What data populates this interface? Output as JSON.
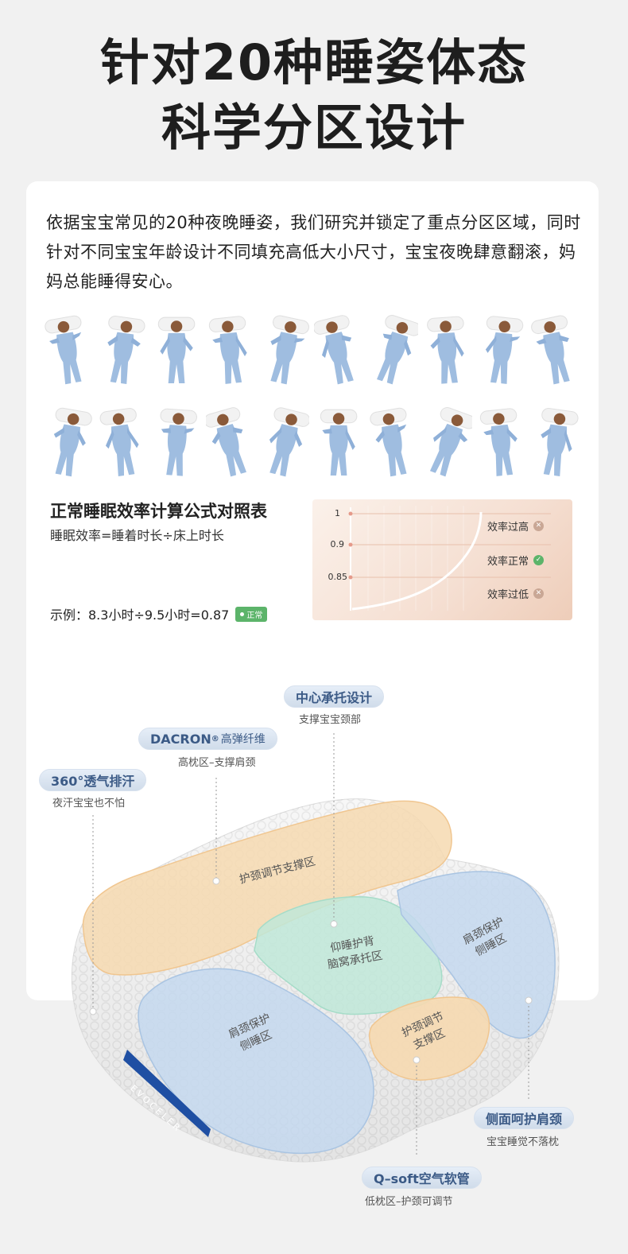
{
  "hero": {
    "line1": "针对20种睡姿体态",
    "line2": "科学分区设计"
  },
  "intro": "依据宝宝常见的20种夜晚睡姿，我们研究并锁定了重点分区区域，同时针对不同宝宝年龄设计不同填充高低大小尺寸，宝宝夜晚肆意翻滚，妈妈总能睡得安心。",
  "efficiency": {
    "title": "正常睡眠效率计算公式对照表",
    "formula": "睡眠效率=睡着时长÷床上时长",
    "example": "示例：8.3小时÷9.5小时=0.87",
    "badge": "正常",
    "ticks": [
      "1",
      "0.9",
      "0.85"
    ],
    "zones": [
      {
        "label": "效率过高",
        "status": "x"
      },
      {
        "label": "效率正常",
        "status": "ok"
      },
      {
        "label": "效率过低",
        "status": "x"
      }
    ]
  },
  "features": {
    "center": {
      "title": "中心承托设计",
      "sub": "支撑宝宝颈部"
    },
    "dacron": {
      "title": "DACRON",
      "reg": "®",
      "title_rest": "高弹纤维",
      "sub": "高枕区–支撑肩颈"
    },
    "breath": {
      "title": "360°透气排汗",
      "sub": "夜汗宝宝也不怕"
    },
    "side": {
      "title": "侧面呵护肩颈",
      "sub": "宝宝睡觉不落枕"
    },
    "qsoft": {
      "title": "Q–soft空气软管",
      "sub": "低枕区–护颈可调节"
    }
  },
  "zones": {
    "top": "护颈调节支撑区",
    "center_l1": "仰睡护背",
    "center_l2": "脑窝承托区",
    "right_l1": "肩颈保护",
    "right_l2": "侧睡区",
    "left_l1": "肩颈保护",
    "left_l2": "侧睡区",
    "bottom_l1": "护颈调节",
    "bottom_l2": "支撑区"
  },
  "brand": "EVOCELER",
  "colors": {
    "peach": "#f6d9b0",
    "mint": "#bfe8d8",
    "blue": "#c4d8ee",
    "pill_text": "#3b5a86",
    "ok": "#5cb46a"
  }
}
